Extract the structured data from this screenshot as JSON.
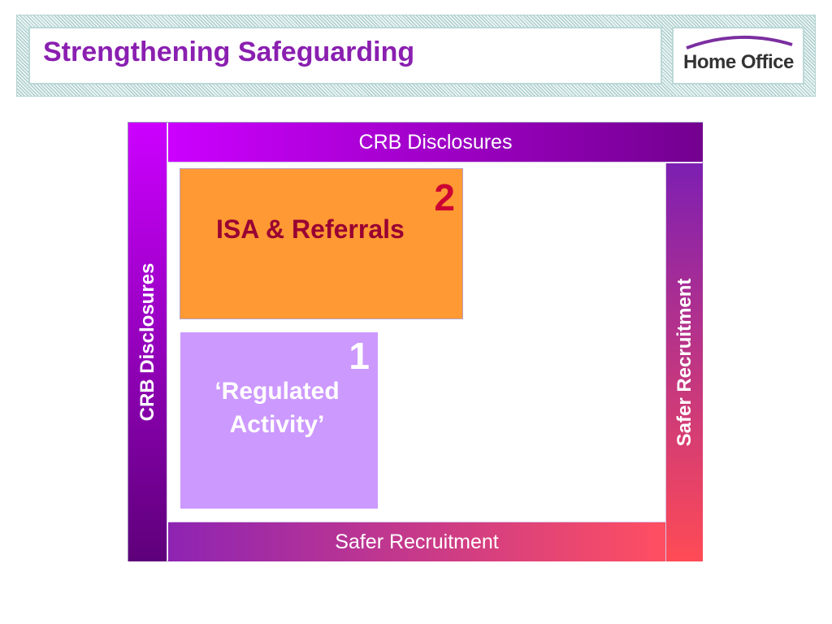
{
  "slide": {
    "title": "Strengthening Safeguarding",
    "logo_text": "Home Office"
  },
  "diagram": {
    "top_bar": "CRB Disclosures",
    "left_bar": "CRB Disclosures",
    "bottom_bar": "Safer Recruitment",
    "right_bar": "Safer Recruitment",
    "box_isa": {
      "number": "2",
      "label": "ISA & Referrals"
    },
    "box_regulated": {
      "number": "1",
      "line1": "‘Regulated",
      "line2": "Activity’"
    }
  },
  "colors": {
    "title": "#8a1fb0",
    "isa_box": "#ff9933",
    "regulated_box": "#cc99ff",
    "number_2": "#cc0033",
    "isa_text": "#990033"
  }
}
